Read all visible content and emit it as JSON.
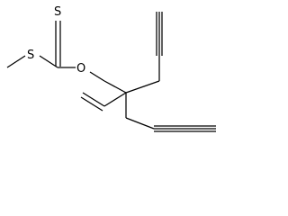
{
  "diagram": {
    "type": "skeletal-structure",
    "atoms": {
      "thione_sulfur": "S",
      "thioether_sulfur": "S",
      "ester_oxygen": "O"
    },
    "colors": {
      "bond": "#000000",
      "label": "#000000",
      "background": "#ffffff"
    }
  }
}
